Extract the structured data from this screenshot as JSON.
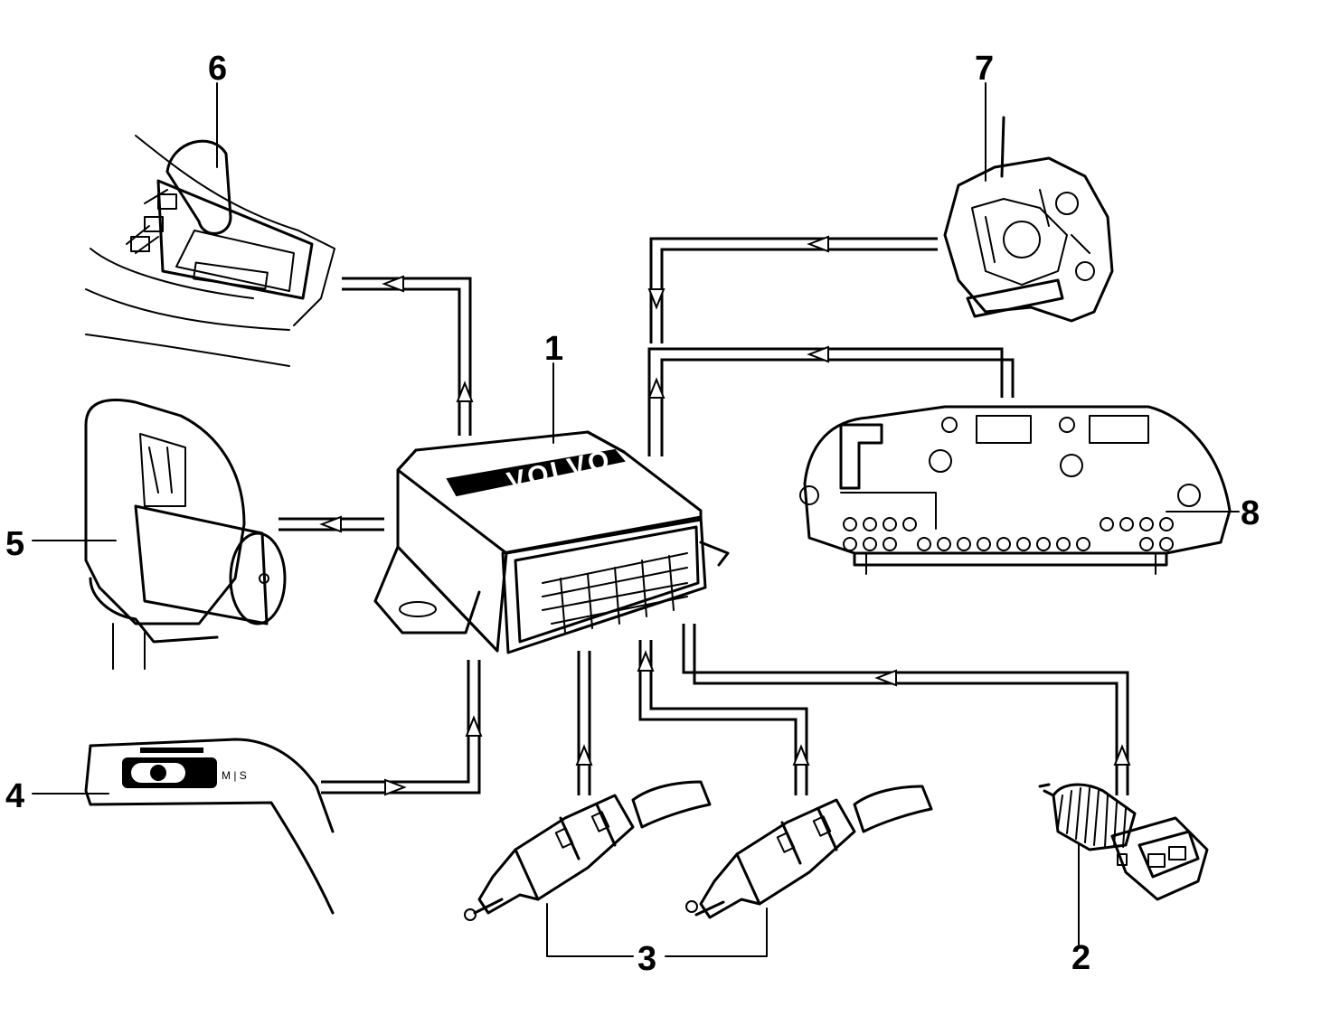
{
  "callouts": {
    "c1": "1",
    "c2": "2",
    "c3": "3",
    "c4": "4",
    "c5": "5",
    "c6": "6",
    "c7": "7",
    "c8": "8"
  },
  "control_module": {
    "brand_text": "VOLVO"
  },
  "icons": {
    "part1": "control-module-icon",
    "part2": "brake-light-switch-icon",
    "part3": "pedal-switch-icon",
    "part4": "selector-switch-icon",
    "part5": "shift-lock-solenoid-icon",
    "part6": "gear-selector-icon",
    "part7": "gearbox-icon",
    "part8": "instrument-cluster-icon"
  }
}
